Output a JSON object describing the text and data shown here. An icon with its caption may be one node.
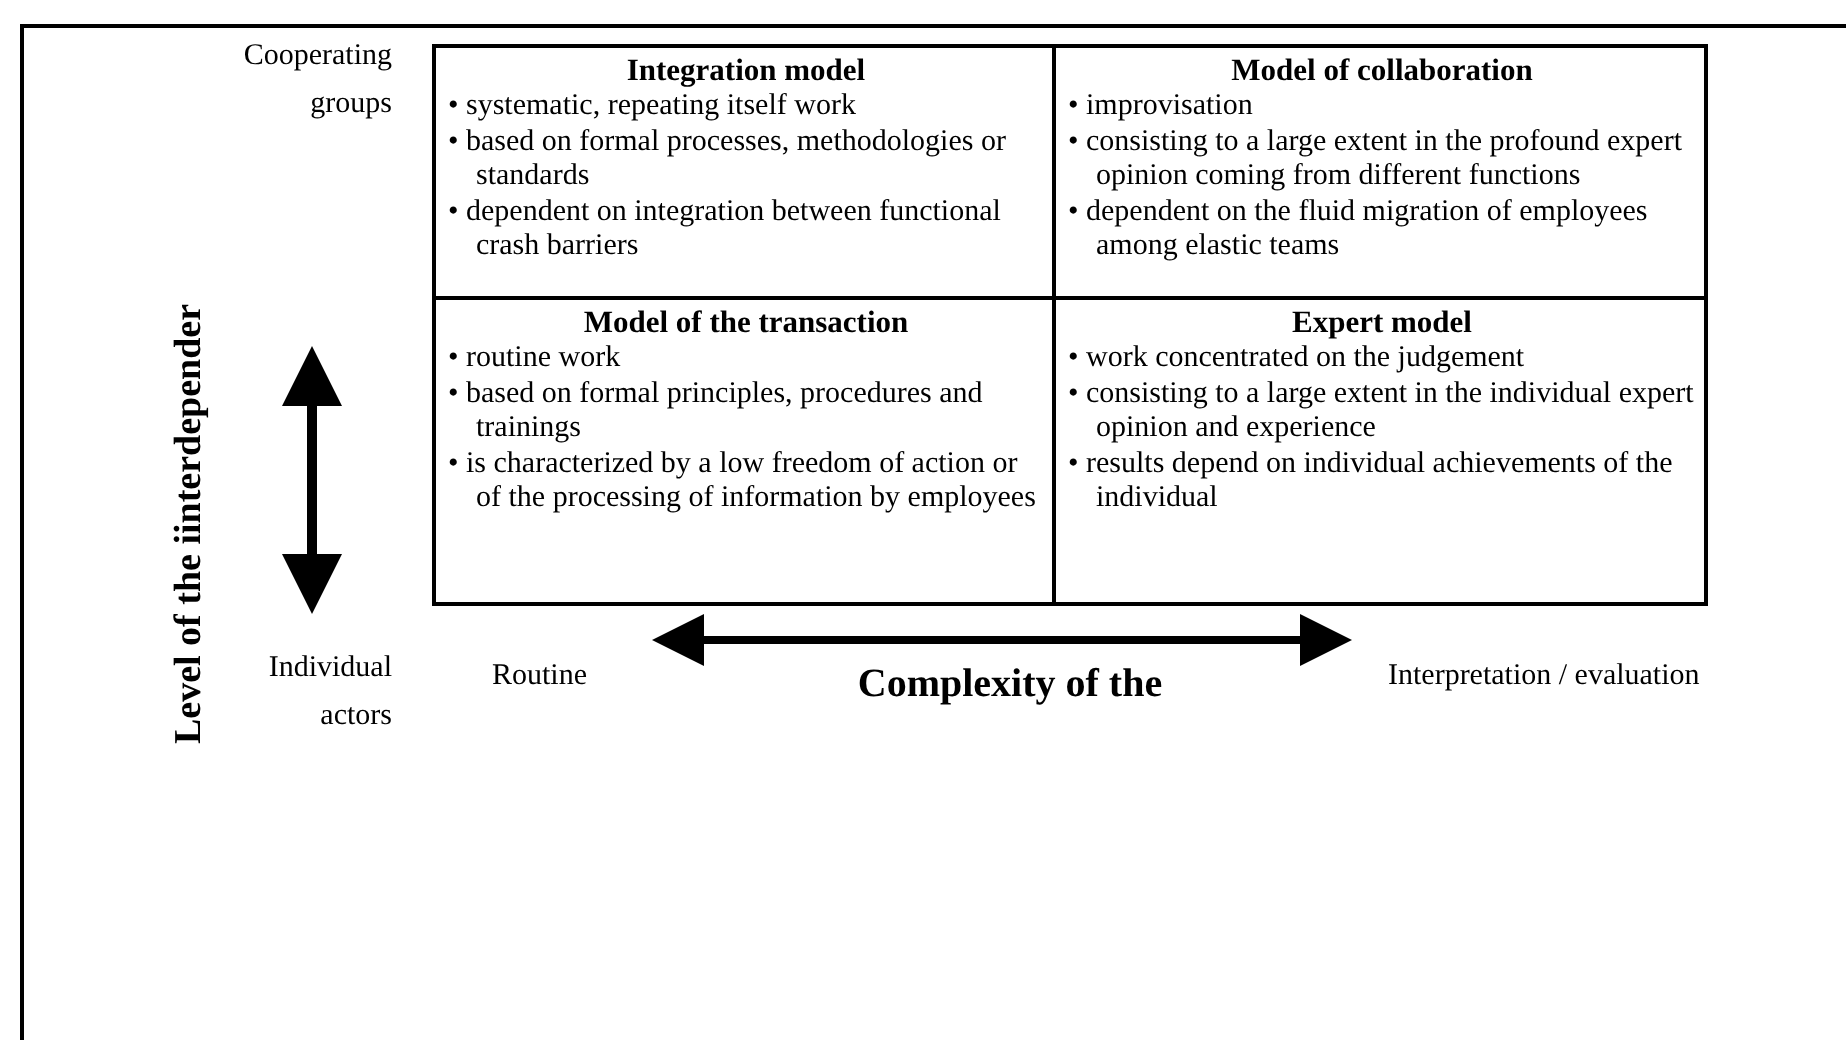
{
  "diagram": {
    "nodes": [
      {
        "text": [
          "Integration model",
          "• systematic, repeating itself work",
          "• based on formal processes, methodologies or standards",
          "• dependent on integration between functional crash barriers"
        ]
      },
      {
        "text": [
          "Model of collaboration",
          "• improvisation",
          "• consisting to a large extent in the profound expert opinion coming from different functions",
          "• dependent on the fluid migration of employees among elastic teams"
        ]
      },
      {
        "text": [
          "Model of the transaction",
          "• routine work",
          "• based on formal principles, procedures and trainings",
          "• is characterized by a low freedom of action or of the processing of information by employees"
        ]
      },
      {
        "text": [
          "Expert model",
          "• work concentrated on the judgement",
          "• consisting to a large extent in the individual expert opinion and experience",
          "• results depend on individual achievements of the individual"
        ]
      }
    ],
    "edges": [],
    "labels": [
      "Cooperating groups",
      "Level of the  iinterdepender",
      "Individual actors",
      "Routine",
      "Complexity of the",
      "Interpretation / evaluation"
    ]
  }
}
